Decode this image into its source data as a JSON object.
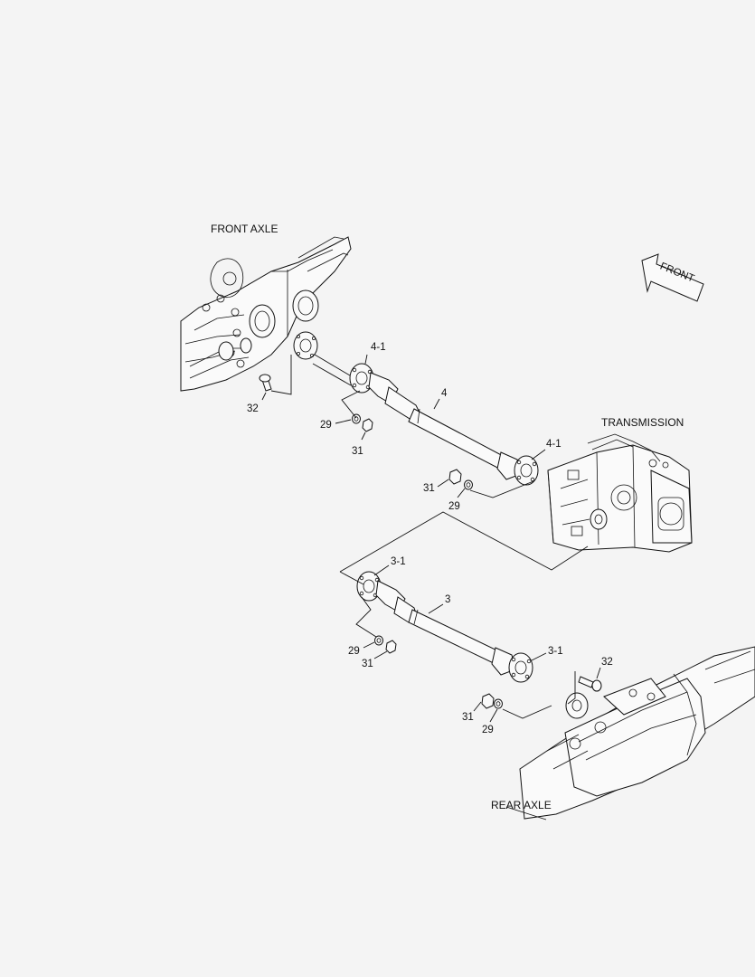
{
  "labels": {
    "front_axle": "FRONT AXLE",
    "transmission": "TRANSMISSION",
    "rear_axle": "REAR AXLE",
    "front_arrow": "FRONT"
  },
  "callouts": {
    "front_flange_4_1": "4-1",
    "shaft_4": "4",
    "rear_flange_4_1": "4-1",
    "bolt_32_front": "32",
    "washer_29_a": "29",
    "nut_31_a": "31",
    "nut_31_b": "31",
    "washer_29_b": "29",
    "flange_3_1_upper": "3-1",
    "shaft_3": "3",
    "flange_3_1_lower": "3-1",
    "washer_29_c": "29",
    "nut_31_c": "31",
    "bolt_32_rear": "32",
    "nut_31_d": "31",
    "washer_29_d": "29"
  }
}
